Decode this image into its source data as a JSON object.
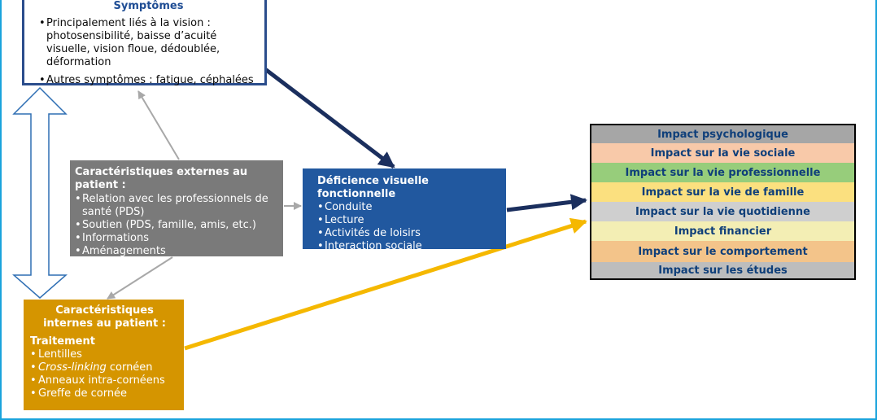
{
  "symptoms": {
    "title": "Symptômes",
    "items": [
      "Principalement liés à la vision : photosensibilité, baisse d’acuité visuelle, vision floue, dédoublée, déformation",
      "Autres symptômes : fatigue, céphalées"
    ]
  },
  "external": {
    "title": "Caractéristiques externes au patient :",
    "items": [
      "Relation avec les professionnels de santé (PDS)",
      "Soutien (PDS, famille, amis, etc.)",
      "Informations",
      "Aménagements"
    ]
  },
  "deficiency": {
    "title": "Déficience visuelle fonctionnelle",
    "items": [
      "Conduite",
      "Lecture",
      "Activités de loisirs",
      "Interaction sociale"
    ]
  },
  "internal": {
    "title": "Caractéristiques internes au patient :",
    "subtitle": "Traitement",
    "item1": "Lentilles",
    "item2_em": "Cross-linking",
    "item2_rest": " cornéen",
    "item3": "Anneaux intra-cornéens",
    "item4": "Greffe de cornée"
  },
  "impacts": [
    {
      "label": "Impact psychologique",
      "color": "#a6a6a6"
    },
    {
      "label": "Impact sur la vie sociale",
      "color": "#f8c9a9"
    },
    {
      "label": "Impact sur la vie professionnelle",
      "color": "#97cd7b"
    },
    {
      "label": "Impact sur la vie de famille",
      "color": "#fbe07f"
    },
    {
      "label": "Impact sur la vie quotidienne",
      "color": "#cfcfcf"
    },
    {
      "label": "Impact financier",
      "color": "#f3eeb4"
    },
    {
      "label": "Impact sur le comportement",
      "color": "#f3c48a"
    },
    {
      "label": "Impact sur les études",
      "color": "#bdbdbd"
    }
  ],
  "colors": {
    "frame": "#1aa4dc",
    "navy_arrow": "#1b2f5e",
    "gold_arrow": "#f5b800",
    "grey_arrow": "#a8a8a8",
    "double_arrow_outline": "#2f6fb4"
  }
}
